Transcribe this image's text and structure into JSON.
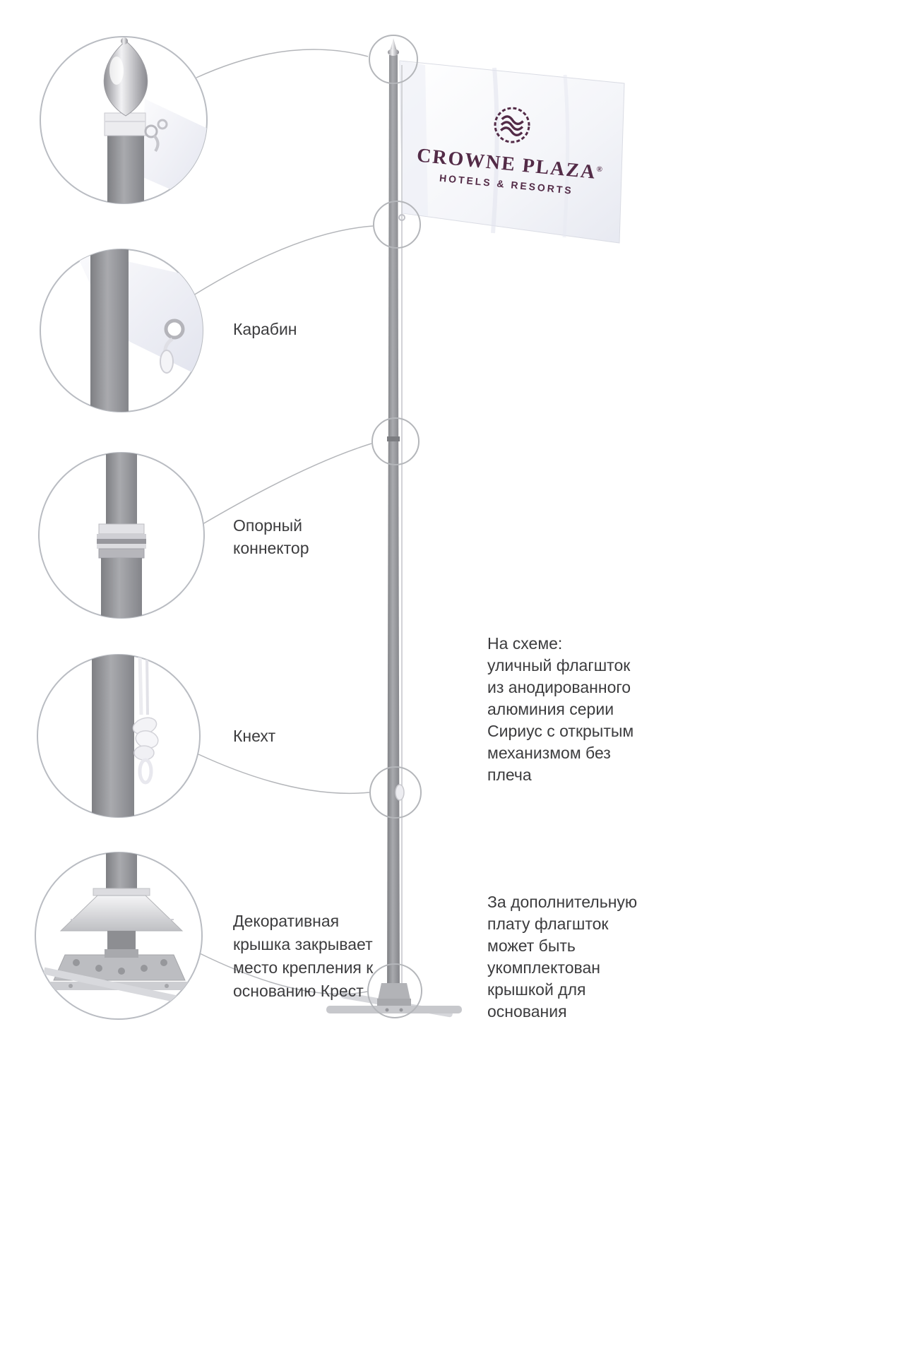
{
  "flag": {
    "brand": "CROWNE PLAZA",
    "registered": "®",
    "tagline": "HOTELS & RESORTS"
  },
  "callout_labels": {
    "carabiner": "Карабин",
    "connector": "Опорный коннектор",
    "cleat": "Кнехт",
    "base_cover": "Декоративная крышка закрывает место крепления к основанию Крест"
  },
  "annotations": {
    "scheme": "На схеме:\nуличный флагшток из анодированного алюминия серии Сириус с открытым механизмом без плеча",
    "base_option": "За дополнительную плату флагшток может быть укомплектован крышкой для основания"
  },
  "colors": {
    "logo": "#532b47",
    "pole": "#8f9094",
    "outline": "#b4b6ba"
  }
}
